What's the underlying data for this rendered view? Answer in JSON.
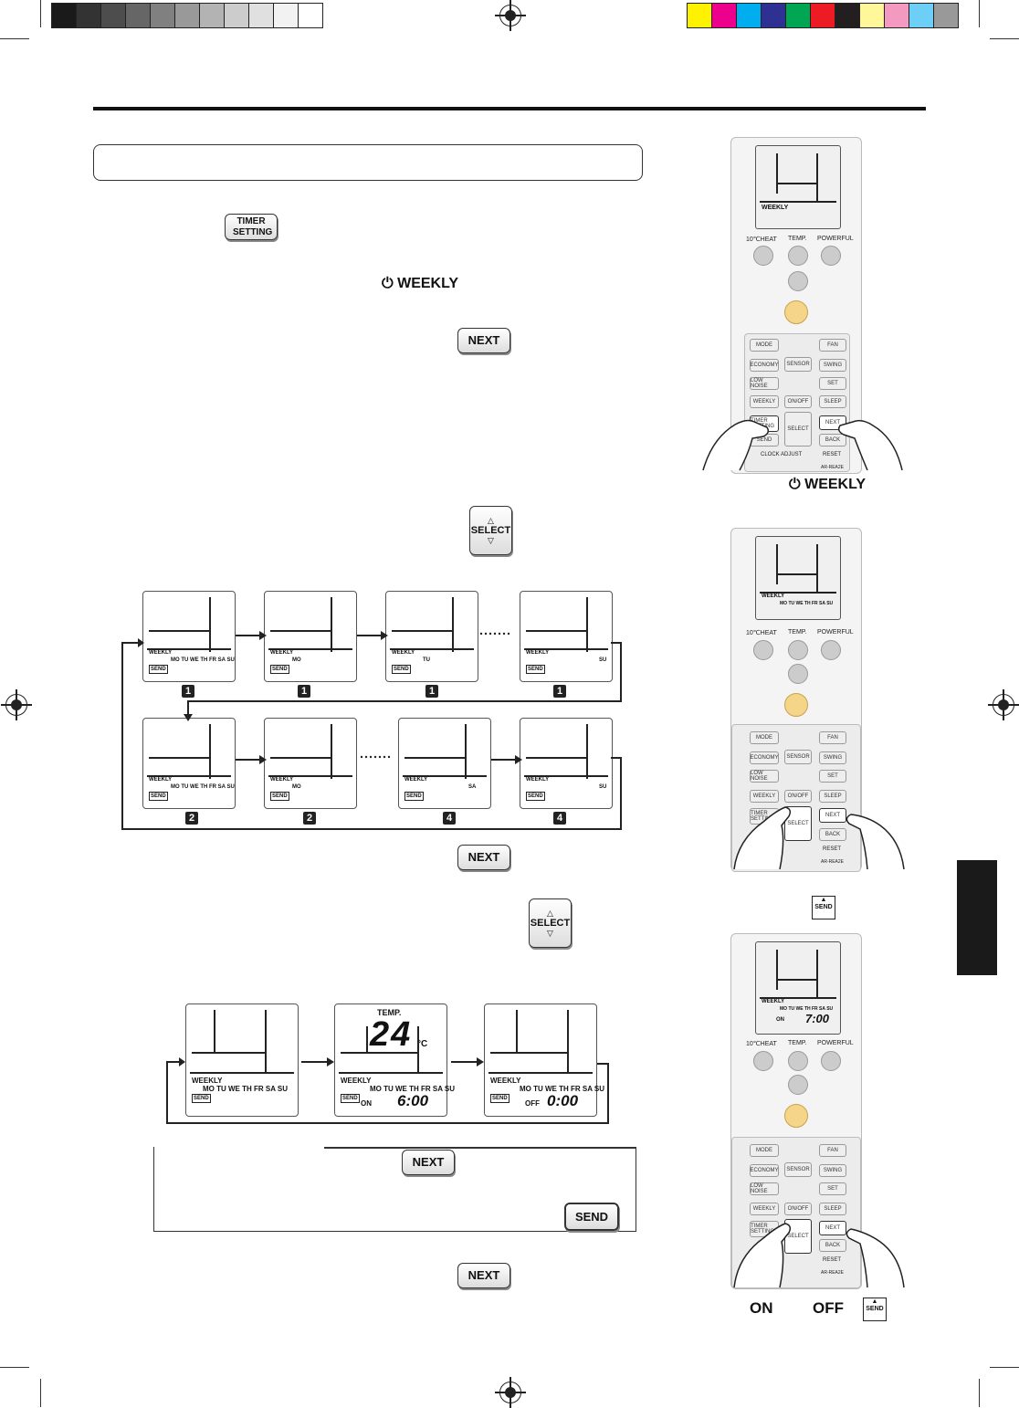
{
  "keys": {
    "timer_setting": "TIMER SETTING",
    "next": "NEXT",
    "select": "SELECT",
    "send": "SEND"
  },
  "labels": {
    "weekly": "⏻ WEEKLY",
    "on": "ON",
    "off": "OFF"
  },
  "lcd": {
    "weekly": "WEEKLY",
    "days_all": "MO TU WE TH FR SA SU",
    "mo": "MO",
    "tu": "TU",
    "sa": "SA",
    "su": "SU",
    "temp": "TEMP.",
    "temp_value": "24",
    "unit": "°C",
    "on": "ON",
    "off": "OFF",
    "time_on": "6:00",
    "time_off": "0:00",
    "time_remote": "7:00",
    "send": "SEND"
  },
  "program_numbers": [
    "1",
    "2",
    "4"
  ],
  "remote": {
    "heat": "10℃HEAT",
    "temp": "TEMP.",
    "powerful": "POWERFUL",
    "mode": "MODE",
    "fan": "FAN",
    "economy": "ECONOMY",
    "sensor": "SENSOR",
    "swing": "SWING",
    "low_noise": "LOW NOISE",
    "set": "SET",
    "weekly": "WEEKLY",
    "onoff": "ON/OFF",
    "sleep": "SLEEP",
    "timer_setting": "TIMER SETTING",
    "select": "SELECT",
    "next": "NEXT",
    "send": "SEND",
    "back": "BACK",
    "clock_adjust": "CLOCK ADJUST",
    "reset": "RESET",
    "model": "AR-REA2E"
  },
  "colors": {
    "gray_bar": [
      "#1a1a1a",
      "#333333",
      "#4d4d4d",
      "#666666",
      "#808080",
      "#999999",
      "#b3b3b3",
      "#cccccc",
      "#e0e0e0",
      "#f2f2f2",
      "#ffffff"
    ],
    "color_bar": [
      "#fff200",
      "#ec008c",
      "#00aeef",
      "#2e3192",
      "#00a651",
      "#ed1c24",
      "#231f20",
      "#fff799",
      "#f49ac1",
      "#6dcff6",
      "#999999"
    ]
  }
}
